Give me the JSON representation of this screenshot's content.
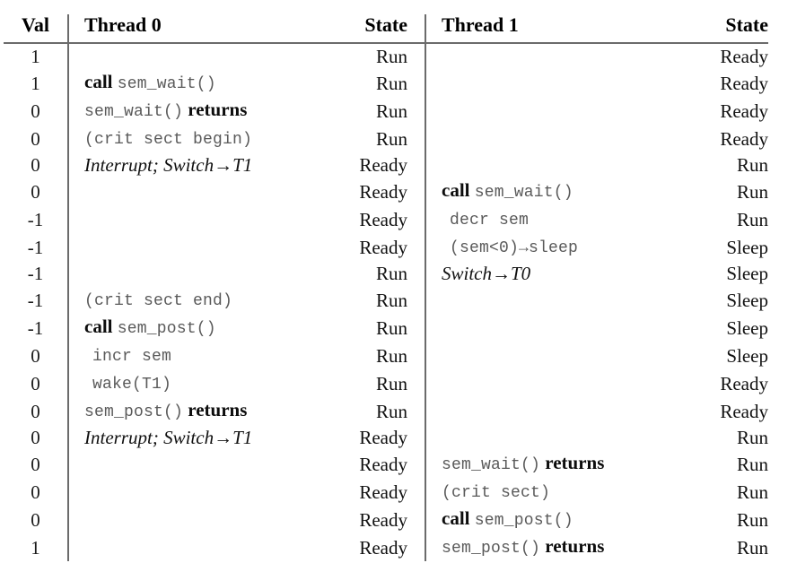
{
  "table": {
    "headers": {
      "val": "Val",
      "thread0": "Thread 0",
      "state0": "State",
      "thread1": "Thread 1",
      "state1": "State"
    },
    "rule_color": "#6b6b6b",
    "code_color": "#5a5a5a",
    "text_color": "#111111",
    "rows": [
      {
        "val": "1",
        "t0": [],
        "t0_text": "",
        "state0": "Run",
        "t1": [],
        "t1_text": "",
        "state1": "Ready"
      },
      {
        "val": "1",
        "t0": [
          {
            "style": "serif",
            "text": "call "
          },
          {
            "style": "mono",
            "text": "sem_wait()"
          }
        ],
        "t0_text": "call sem_wait()",
        "state0": "Run",
        "t1": [],
        "t1_text": "",
        "state1": "Ready"
      },
      {
        "val": "0",
        "t0": [
          {
            "style": "mono",
            "text": "sem_wait()"
          },
          {
            "style": "serif",
            "text": " returns"
          }
        ],
        "t0_text": "sem_wait() returns",
        "state0": "Run",
        "t1": [],
        "t1_text": "",
        "state1": "Ready"
      },
      {
        "val": "0",
        "t0": [
          {
            "style": "mono",
            "text": "(crit sect begin)"
          }
        ],
        "t0_text": "(crit sect begin)",
        "state0": "Run",
        "t1": [],
        "t1_text": "",
        "state1": "Ready"
      },
      {
        "val": "0",
        "t0": [
          {
            "style": "italic",
            "text": "Interrupt; Switch→T1"
          }
        ],
        "t0_text": "Interrupt; Switch→T1",
        "state0": "Ready",
        "t1": [],
        "t1_text": "",
        "state1": "Run"
      },
      {
        "val": "0",
        "t0": [],
        "t0_text": "",
        "state0": "Ready",
        "t1": [
          {
            "style": "serif",
            "text": "call "
          },
          {
            "style": "mono",
            "text": "sem_wait()"
          }
        ],
        "t1_text": "call sem_wait()",
        "state1": "Run"
      },
      {
        "val": "-1",
        "t0": [],
        "t0_text": "",
        "state0": "Ready",
        "t1": [
          {
            "style": "indent",
            "text": ""
          },
          {
            "style": "mono",
            "text": "decr sem"
          }
        ],
        "t1_text": "decr sem",
        "state1": "Run"
      },
      {
        "val": "-1",
        "t0": [],
        "t0_text": "",
        "state0": "Ready",
        "t1": [
          {
            "style": "indent",
            "text": ""
          },
          {
            "style": "mono",
            "text": "(sem<0)→sleep"
          }
        ],
        "t1_text": "(sem<0)→sleep",
        "state1": "Sleep"
      },
      {
        "val": "-1",
        "t0": [],
        "t0_text": "",
        "state0": "Run",
        "t1": [
          {
            "style": "italic",
            "text": "Switch→T0"
          }
        ],
        "t1_text": "Switch→T0",
        "state1": "Sleep"
      },
      {
        "val": "-1",
        "t0": [
          {
            "style": "mono",
            "text": "(crit sect end)"
          }
        ],
        "t0_text": "(crit sect end)",
        "state0": "Run",
        "t1": [],
        "t1_text": "",
        "state1": "Sleep"
      },
      {
        "val": "-1",
        "t0": [
          {
            "style": "serif",
            "text": "call "
          },
          {
            "style": "mono",
            "text": "sem_post()"
          }
        ],
        "t0_text": "call sem_post()",
        "state0": "Run",
        "t1": [],
        "t1_text": "",
        "state1": "Sleep"
      },
      {
        "val": "0",
        "t0": [
          {
            "style": "indent",
            "text": ""
          },
          {
            "style": "mono",
            "text": "incr sem"
          }
        ],
        "t0_text": "incr sem",
        "state0": "Run",
        "t1": [],
        "t1_text": "",
        "state1": "Sleep"
      },
      {
        "val": "0",
        "t0": [
          {
            "style": "indent",
            "text": ""
          },
          {
            "style": "mono",
            "text": "wake(T1)"
          }
        ],
        "t0_text": "wake(T1)",
        "state0": "Run",
        "t1": [],
        "t1_text": "",
        "state1": "Ready"
      },
      {
        "val": "0",
        "t0": [
          {
            "style": "mono",
            "text": "sem_post()"
          },
          {
            "style": "serif",
            "text": " returns"
          }
        ],
        "t0_text": "sem_post() returns",
        "state0": "Run",
        "t1": [],
        "t1_text": "",
        "state1": "Ready"
      },
      {
        "val": "0",
        "t0": [
          {
            "style": "italic",
            "text": "Interrupt; Switch→T1"
          }
        ],
        "t0_text": "Interrupt; Switch→T1",
        "state0": "Ready",
        "t1": [],
        "t1_text": "",
        "state1": "Run"
      },
      {
        "val": "0",
        "t0": [],
        "t0_text": "",
        "state0": "Ready",
        "t1": [
          {
            "style": "mono",
            "text": "sem_wait()"
          },
          {
            "style": "serif",
            "text": " returns"
          }
        ],
        "t1_text": "sem_wait() returns",
        "state1": "Run"
      },
      {
        "val": "0",
        "t0": [],
        "t0_text": "",
        "state0": "Ready",
        "t1": [
          {
            "style": "mono",
            "text": "(crit sect)"
          }
        ],
        "t1_text": "(crit sect)",
        "state1": "Run"
      },
      {
        "val": "0",
        "t0": [],
        "t0_text": "",
        "state0": "Ready",
        "t1": [
          {
            "style": "serif",
            "text": "call "
          },
          {
            "style": "mono",
            "text": "sem_post()"
          }
        ],
        "t1_text": "call sem_post()",
        "state1": "Run"
      },
      {
        "val": "1",
        "t0": [],
        "t0_text": "",
        "state0": "Ready",
        "t1": [
          {
            "style": "mono",
            "text": "sem_post()"
          },
          {
            "style": "serif",
            "text": " returns"
          }
        ],
        "t1_text": "sem_post() returns",
        "state1": "Run"
      }
    ]
  }
}
